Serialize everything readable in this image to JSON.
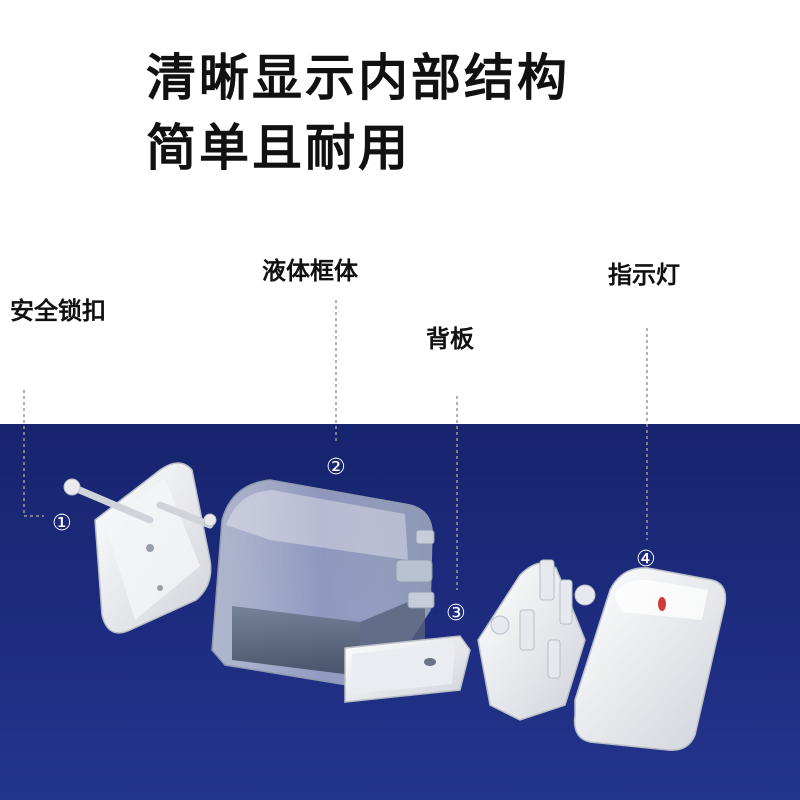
{
  "headline": {
    "line1": "清晰显示内部结构",
    "line2": "简单且耐用"
  },
  "parts": [
    {
      "number": "①",
      "label": "安全锁扣"
    },
    {
      "number": "②",
      "label": "液体框体"
    },
    {
      "number": "③",
      "label": "背板"
    },
    {
      "number": "④",
      "label": "指示灯"
    }
  ],
  "colors": {
    "background": "#ffffff",
    "band": "#1d2c80",
    "text": "#111111",
    "leader": "#9a9a9a",
    "part_white": "#f2f2f2",
    "tank_tint": "#8f9aae",
    "indicator_red": "#d23a3a"
  }
}
